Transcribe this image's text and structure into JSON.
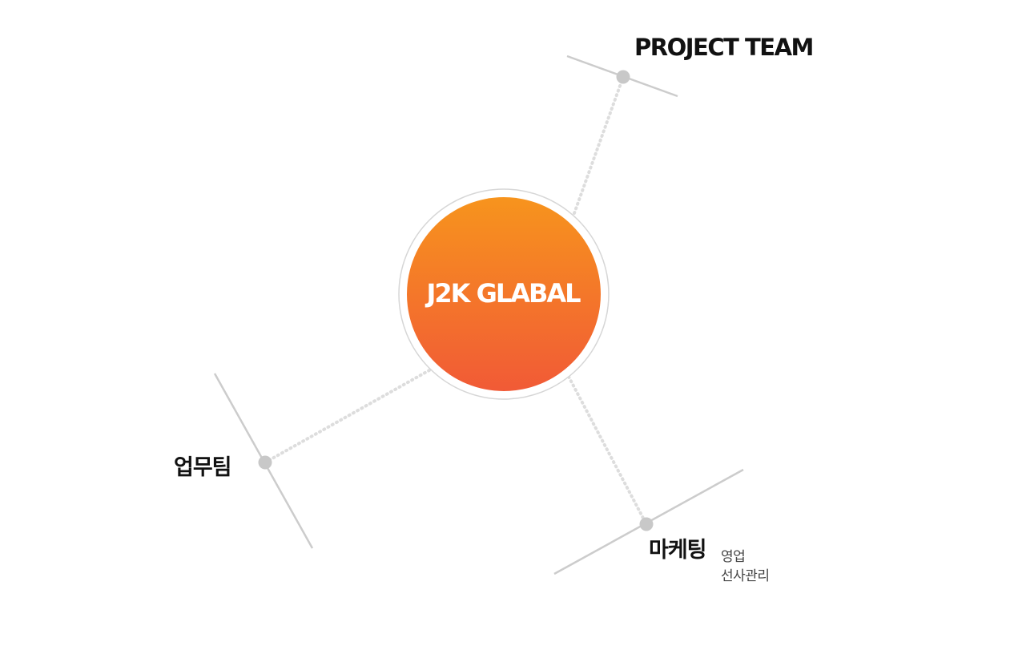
{
  "center": {
    "title": "J2K GLABAL",
    "gradient_top": "#f7941d",
    "gradient_bottom": "#f15a36"
  },
  "nodes": {
    "project": {
      "label": "PROJECT TEAM"
    },
    "business": {
      "label": "업무팀"
    },
    "marketing": {
      "label": "마케팅",
      "sub_items": [
        "영업",
        "선사관리"
      ]
    }
  },
  "colors": {
    "line": "#cccccc",
    "dot": "#c8c8c8",
    "ring": "#d6d6d6",
    "text": "#111111",
    "subtext": "#444444"
  }
}
